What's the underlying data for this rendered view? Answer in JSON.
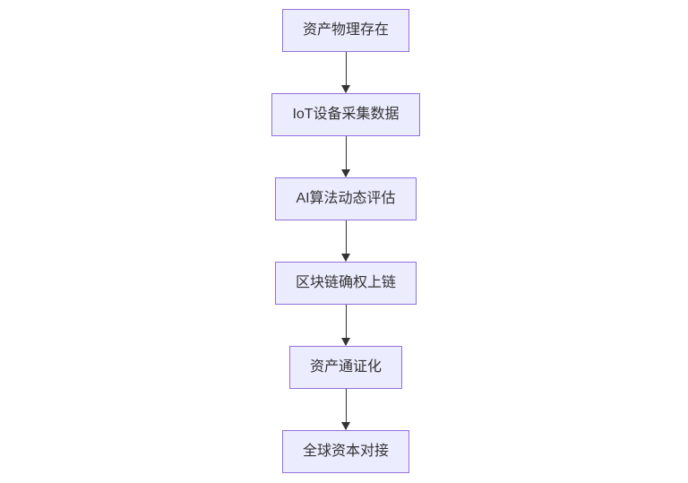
{
  "flowchart": {
    "direction": "top-down",
    "nodes": [
      {
        "label": "资产物理存在"
      },
      {
        "label": "IoT设备采集数据"
      },
      {
        "label": "AI算法动态评估"
      },
      {
        "label": "区块链确权上链"
      },
      {
        "label": "资产通证化"
      },
      {
        "label": "全球资本对接"
      }
    ],
    "edges": [
      {
        "from": 0,
        "to": 1
      },
      {
        "from": 1,
        "to": 2
      },
      {
        "from": 2,
        "to": 3
      },
      {
        "from": 3,
        "to": 4
      },
      {
        "from": 4,
        "to": 5
      }
    ]
  },
  "colors": {
    "canvas_background": "#ffffff",
    "node_fill": "#ececff",
    "node_border": "#9370db",
    "node_text": "#333333",
    "arrow": "#333333"
  }
}
